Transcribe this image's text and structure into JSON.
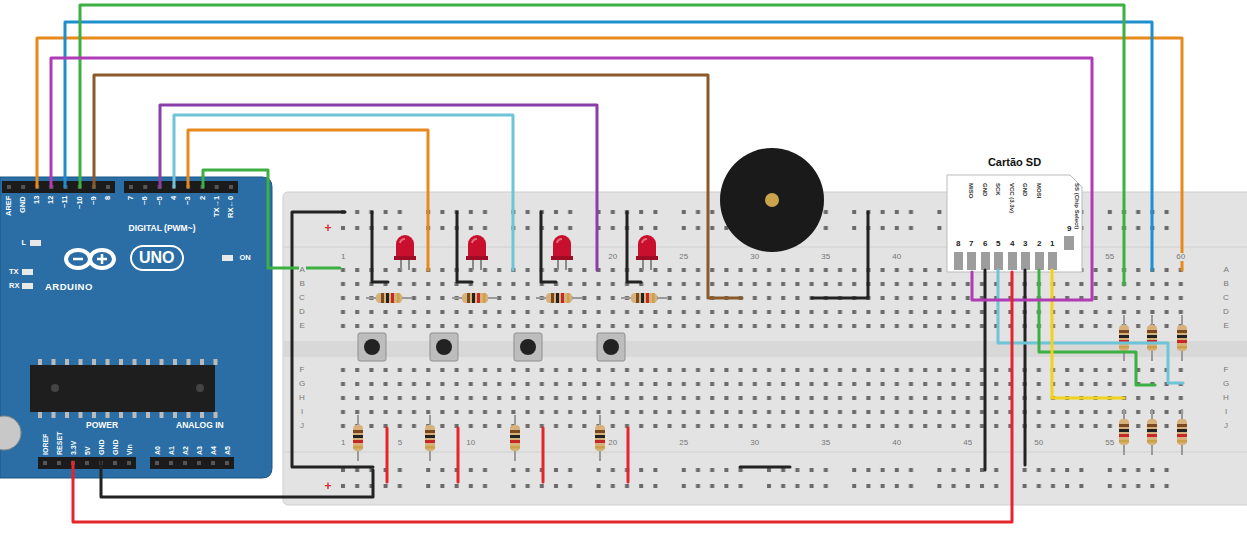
{
  "diagram": {
    "nodes": [
      {
        "text": [
          "ARDUINO"
        ]
      },
      {
        "text": [
          "UNO"
        ],
        "in": 0
      },
      {
        "text": [
          "Cartão SD"
        ]
      }
    ],
    "edges": [
      {
        "from": 0,
        "to": 2,
        "arrow": "none"
      },
      {
        "from": 0,
        "to": 2,
        "arrow": "none"
      }
    ],
    "labels": [
      "AREF",
      "GND",
      "13",
      "12",
      "~11",
      "~10",
      "~9",
      "8",
      "7",
      "~6",
      "~5",
      "4",
      "~3",
      "2",
      "TX→1",
      "RX←0",
      "DIGITAL (PWM~)",
      "L",
      "TX",
      "RX",
      "ON",
      "IOREF",
      "RESET",
      "3.3V",
      "5V",
      "GND",
      "GND",
      "Vin",
      "POWER",
      "ANALOG IN",
      "A0",
      "A1",
      "A2",
      "A3",
      "A4",
      "A5",
      "+",
      "+",
      "1",
      "20",
      "25",
      "30",
      "35",
      "40",
      "55",
      "60",
      "1",
      "5",
      "10",
      "20",
      "25",
      "30",
      "35",
      "40",
      "45",
      "50",
      "55",
      "A",
      "B",
      "C",
      "D",
      "E",
      "F",
      "G",
      "H",
      "I",
      "J",
      "A",
      "B",
      "C",
      "D",
      "E",
      "F",
      "G",
      "H",
      "I",
      "J",
      "MISO",
      "GND",
      "SCK",
      "VCC (3.3v)",
      "GND",
      "MOSI",
      "SS (Chip Select)",
      "8",
      "7",
      "6",
      "5",
      "4",
      "3",
      "2",
      "1",
      "9"
    ]
  }
}
